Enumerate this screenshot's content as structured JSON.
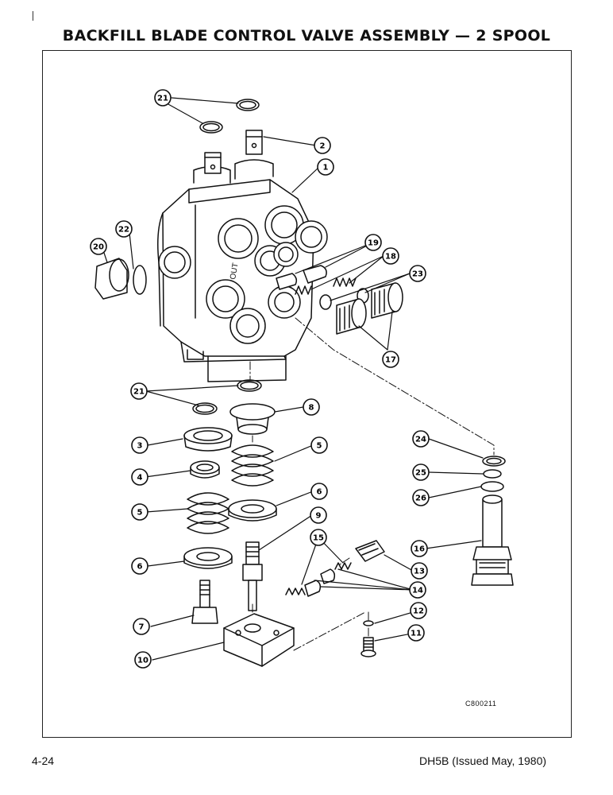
{
  "header": {
    "title": "BACKFILL BLADE CONTROL VALVE ASSEMBLY — 2 SPOOL"
  },
  "figure": {
    "drawing_code": "C800211"
  },
  "footer": {
    "page_number": "4-24",
    "document": "DH5B (Issued May, 1980)"
  },
  "callouts": [
    {
      "label": "21"
    },
    {
      "label": "2"
    },
    {
      "label": "1"
    },
    {
      "label": "22"
    },
    {
      "label": "20"
    },
    {
      "label": "19"
    },
    {
      "label": "18"
    },
    {
      "label": "23"
    },
    {
      "label": "17"
    },
    {
      "label": "21"
    },
    {
      "label": "8"
    },
    {
      "label": "3"
    },
    {
      "label": "5"
    },
    {
      "label": "4"
    },
    {
      "label": "6"
    },
    {
      "label": "5"
    },
    {
      "label": "9"
    },
    {
      "label": "6"
    },
    {
      "label": "15"
    },
    {
      "label": "13"
    },
    {
      "label": "14"
    },
    {
      "label": "7"
    },
    {
      "label": "12"
    },
    {
      "label": "11"
    },
    {
      "label": "10"
    },
    {
      "label": "24"
    },
    {
      "label": "25"
    },
    {
      "label": "26"
    },
    {
      "label": "16"
    }
  ]
}
